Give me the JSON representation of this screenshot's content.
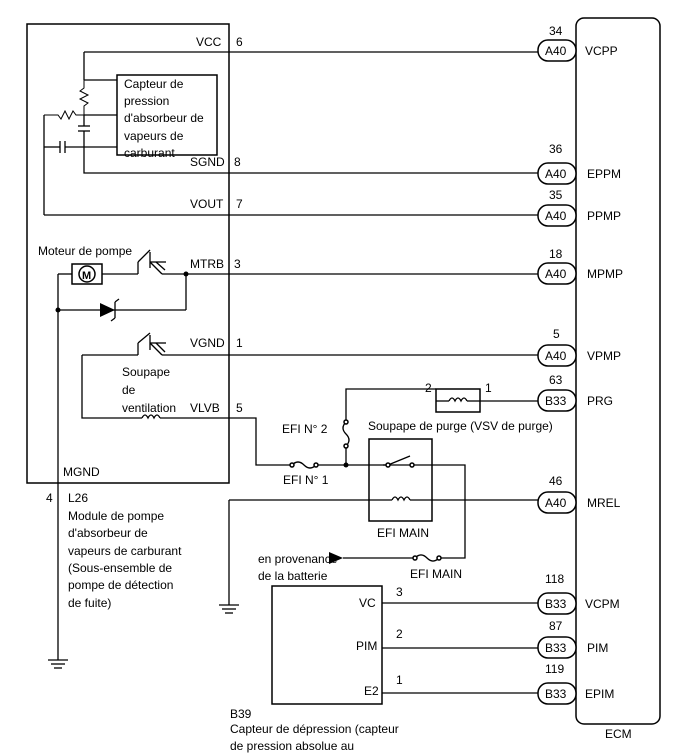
{
  "ecm": {
    "label": "ECM",
    "pins": [
      {
        "num": "34",
        "conn": "A40",
        "name": "VCPP"
      },
      {
        "num": "36",
        "conn": "A40",
        "name": "EPPM"
      },
      {
        "num": "35",
        "conn": "A40",
        "name": "PPMP"
      },
      {
        "num": "18",
        "conn": "A40",
        "name": "MPMP"
      },
      {
        "num": "5",
        "conn": "A40",
        "name": "VPMP"
      },
      {
        "num": "63",
        "conn": "B33",
        "name": "PRG"
      },
      {
        "num": "46",
        "conn": "A40",
        "name": "MREL"
      },
      {
        "num": "118",
        "conn": "B33",
        "name": "VCPM"
      },
      {
        "num": "87",
        "conn": "B33",
        "name": "PIM"
      },
      {
        "num": "119",
        "conn": "B33",
        "name": "EPIM"
      }
    ]
  },
  "module": {
    "pins": [
      {
        "name": "VCC",
        "num": "6"
      },
      {
        "name": "SGND",
        "num": "8"
      },
      {
        "name": "VOUT",
        "num": "7"
      },
      {
        "name": "MTRB",
        "num": "3"
      },
      {
        "name": "VGND",
        "num": "1"
      },
      {
        "name": "VLVB",
        "num": "5"
      }
    ],
    "mgnd": "MGND",
    "gnd_pin": "4",
    "code": "L26",
    "desc": [
      "Module de pompe",
      "d'absorbeur de",
      "vapeurs de carburant",
      "(Sous-ensemble de",
      "pompe de détection",
      "de fuite)"
    ],
    "sensor_label": [
      "Capteur de",
      "pression",
      "d'absorbeur de",
      "vapeurs de",
      "carburant"
    ],
    "motor_label": "Moteur de pompe",
    "motor_symbol": "M",
    "valve_label": [
      "Soupape",
      "de",
      "ventilation"
    ]
  },
  "purge": {
    "label": "Soupape de purge (VSV de purge)",
    "pin_left": "2",
    "pin_right": "1"
  },
  "relay": {
    "efi2": "EFI N° 2",
    "efi1": "EFI N° 1",
    "efi_main_relay": "EFI MAIN",
    "efi_main_fuse": "EFI MAIN",
    "battery": [
      "en provenance",
      "de la batterie"
    ]
  },
  "vacuum": {
    "code": "B39",
    "desc": [
      "Capteur de dépression (capteur",
      "de pression absolue au"
    ],
    "pins": [
      {
        "name": "VC",
        "num": "3"
      },
      {
        "name": "PIM",
        "num": "2"
      },
      {
        "name": "E2",
        "num": "1"
      }
    ]
  }
}
